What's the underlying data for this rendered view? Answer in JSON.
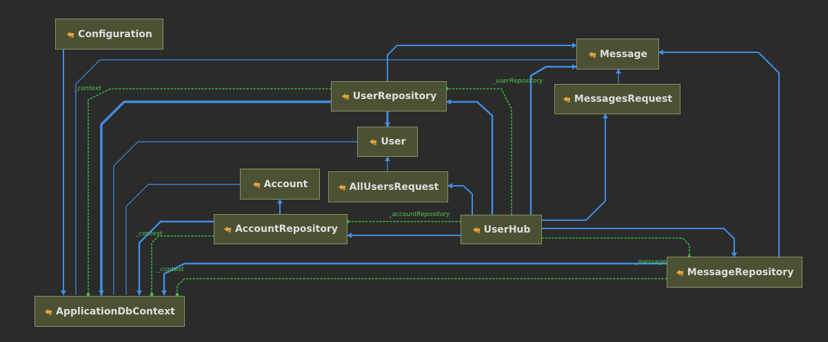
{
  "diagram": {
    "nodes": {
      "configuration": "Configuration",
      "message": "Message",
      "user_repository": "UserRepository",
      "messages_request": "MessagesRequest",
      "user": "User",
      "account": "Account",
      "all_users_request": "AllUsersRequest",
      "account_repository": "AccountRepository",
      "user_hub": "UserHub",
      "message_repository": "MessageRepository",
      "application_db_context": "ApplicationDbContext"
    },
    "edge_labels": {
      "context_top": "_context",
      "user_repository": "_userRepository",
      "account_repository": "_accountRepository",
      "context_mid": "_context",
      "context_low": "_context",
      "message_repository": "_messageRepository"
    },
    "colors": {
      "background": "#2b2b2b",
      "node_fill": "#4b5234",
      "node_border": "#8a9268",
      "association_line": "#3f8fe6",
      "field_reference_line": "#3dbb3d"
    },
    "icon": "class-icon"
  }
}
